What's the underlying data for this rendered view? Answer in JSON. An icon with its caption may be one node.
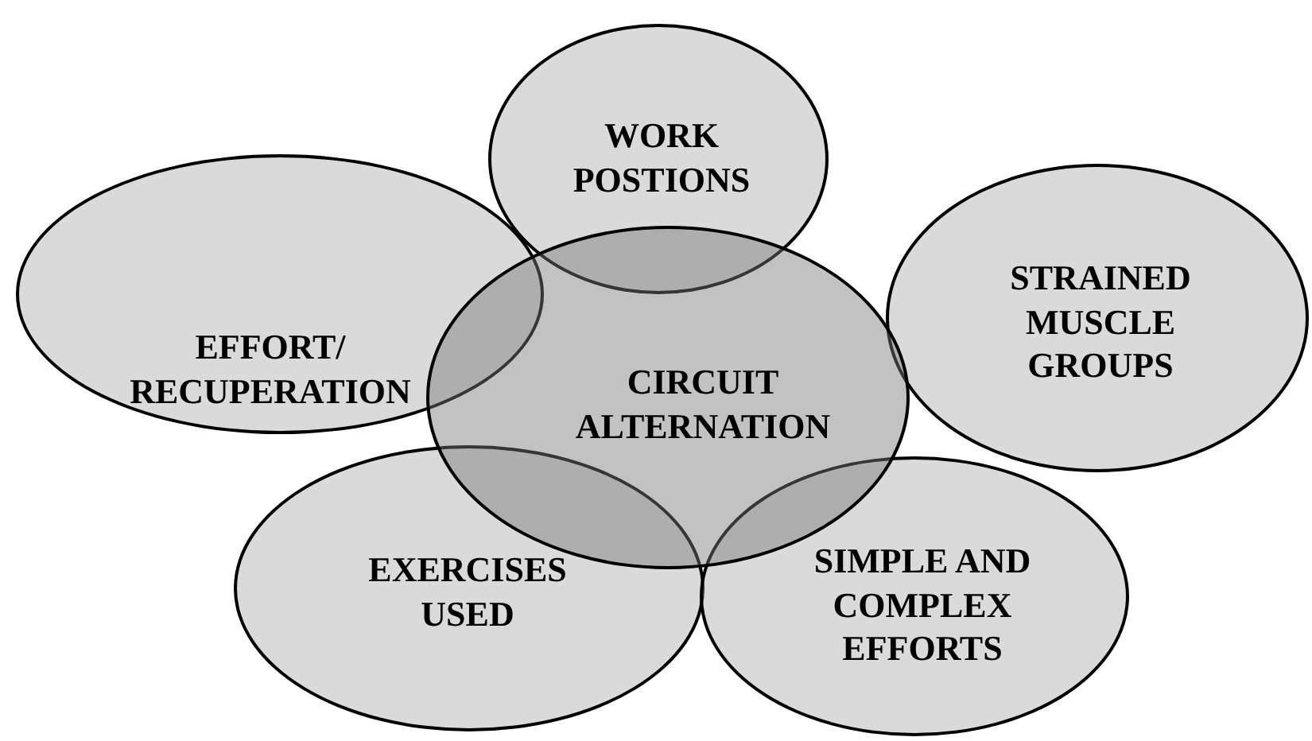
{
  "diagram": {
    "nodes": [
      {
        "text": [
          "WORK POSTIONS"
        ]
      },
      {
        "text": [
          "EFFORT/ RECUPERATION"
        ]
      },
      {
        "text": [
          "STRAINED MUSCLE GROUPS"
        ]
      },
      {
        "text": [
          "CIRCUIT ALTERNATION"
        ]
      },
      {
        "text": [
          "EXERCISES USED"
        ]
      },
      {
        "text": [
          "SIMPLE AND COMPLEX EFFORTS"
        ]
      }
    ]
  }
}
